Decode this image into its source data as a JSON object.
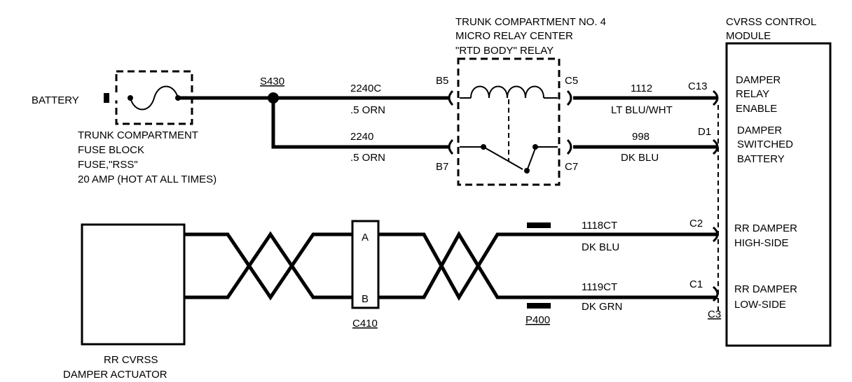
{
  "labels": {
    "battery": "BATTERY",
    "fuse_block_l1": "TRUNK COMPARTMENT",
    "fuse_block_l2": "FUSE BLOCK",
    "fuse_block_l3": "FUSE,\"RSS\"",
    "fuse_block_l4": "20 AMP (HOT AT ALL TIMES)",
    "splice": "S430",
    "relay_center_l1": "TRUNK COMPARTMENT NO. 4",
    "relay_center_l2": "MICRO RELAY CENTER",
    "relay_center_l3": "\"RTD BODY\" RELAY",
    "module_l1": "CVRSS CONTROL",
    "module_l2": "MODULE",
    "pin_b5": "B5",
    "pin_b7": "B7",
    "pin_c5": "C5",
    "pin_c7": "C7",
    "pin_c13": "C13",
    "pin_d1": "D1",
    "pin_c2": "C2",
    "pin_c1": "C1",
    "conn_c3": "C3",
    "conn_c410": "C410",
    "conn_p400": "P400",
    "pin_a": "A",
    "pin_b": "B",
    "wire_2240c": "2240C",
    "wire_2240c_color": ".5 ORN",
    "wire_2240": "2240",
    "wire_2240_color": ".5 ORN",
    "wire_1112": "1112",
    "wire_1112_color": "LT BLU/WHT",
    "wire_998": "998",
    "wire_998_color": "DK BLU",
    "wire_1118ct": "1118CT",
    "wire_1118ct_color": "DK BLU",
    "wire_1119ct": "1119CT",
    "wire_1119ct_color": "DK GRN",
    "mod_relay_l1": "DAMPER",
    "mod_relay_l2": "RELAY",
    "mod_relay_l3": "ENABLE",
    "mod_batt_l1": "DAMPER",
    "mod_batt_l2": "SWITCHED",
    "mod_batt_l3": "BATTERY",
    "mod_high_l1": "RR DAMPER",
    "mod_high_l2": "HIGH-SIDE",
    "mod_low_l1": "RR DAMPER",
    "mod_low_l2": "LOW-SIDE",
    "actuator_l1": "RR CVRSS",
    "actuator_l2": "DAMPER ACTUATOR"
  }
}
